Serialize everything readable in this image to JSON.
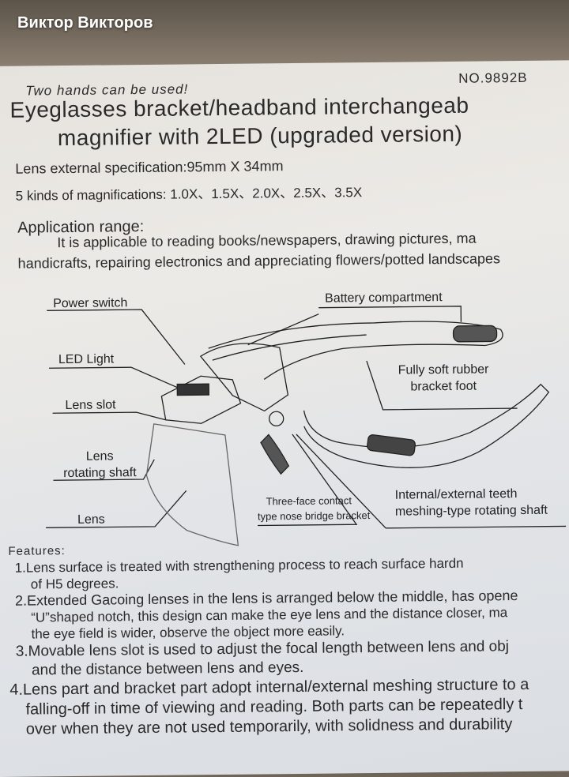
{
  "overlay": {
    "username": "Виктор Викторов"
  },
  "header": {
    "subtitle": "Two hands can be used!",
    "model_no": "NO.9892B",
    "title_line1": "Eyeglasses bracket/headband interchangeab",
    "title_line2": "magnifier with 2LED (upgraded version)"
  },
  "specs": {
    "lens_spec": "Lens external specification:95mm X 34mm",
    "magnifications": "5 kinds of magnifications: 1.0X、1.5X、2.0X、2.5X、3.5X"
  },
  "application": {
    "heading": "Application range:",
    "line1": "It is applicable to reading books/newspapers, drawing pictures, ma",
    "line2": "handicrafts, repairing electronics and appreciating flowers/potted landscapes"
  },
  "diagram": {
    "labels": {
      "power_switch": "Power switch",
      "led_light": "LED Light",
      "lens_slot": "Lens slot",
      "lens_rotating_shaft_1": "Lens",
      "lens_rotating_shaft_2": "rotating shaft",
      "lens": "Lens",
      "battery": "Battery compartment",
      "rubber_1": "Fully soft rubber",
      "rubber_2": "bracket foot",
      "nose_1": "Three-face contact",
      "nose_2": "type nose bridge bracket",
      "teeth_1": "Internal/external teeth",
      "teeth_2": "meshing-type rotating shaft"
    }
  },
  "features": {
    "heading": "Features:",
    "lines": [
      "1.Lens surface is treated with strengthening process to reach surface hardn",
      "of H5 degrees.",
      "2.Extended Gacoing lenses in the lens is arranged below the middle, has opene",
      "“U”shaped notch, this design can make the eye lens and the distance closer, ma",
      "the eye field is wider, observe the object more easily.",
      "3.Movable lens slot is used to adjust the focal length between lens and obj",
      "and the distance between lens and eyes.",
      "4.Lens part and bracket part adopt internal/external meshing structure to a",
      "falling-off in time of viewing and reading. Both parts can be repeatedly t",
      "over when they are not used temporarily, with solidness and durability"
    ]
  }
}
